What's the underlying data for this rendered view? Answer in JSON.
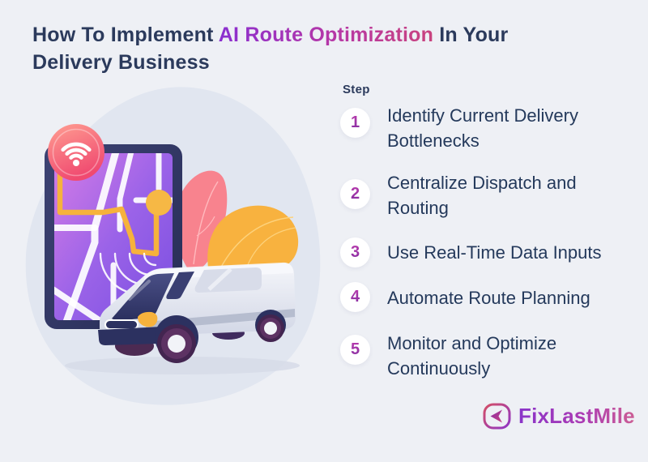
{
  "title": {
    "prefix": "How To Implement ",
    "highlight": "AI Route Optimization",
    "suffix": " In Your Delivery Business"
  },
  "steps": {
    "label": "Step",
    "items": [
      {
        "number": "1",
        "text": "Identify Current Delivery Bottlenecks"
      },
      {
        "number": "2",
        "text": "Centralize Dispatch and Routing"
      },
      {
        "number": "3",
        "text": "Use Real-Time Data Inputs"
      },
      {
        "number": "4",
        "text": "Automate Route Planning"
      },
      {
        "number": "5",
        "text": "Monitor and Optimize Continuously"
      }
    ]
  },
  "brand": {
    "name": "FixLastMile",
    "icon": "navigation-arrow-icon"
  },
  "illustration": {
    "icons": [
      "wifi-icon",
      "map-route",
      "location-node-icon",
      "delivery-van",
      "leaf-decorations"
    ]
  },
  "colors": {
    "background": "#eef0f5",
    "heading": "#2b3a5c",
    "highlight_gradient": [
      "#8a2fd0",
      "#c9437e"
    ],
    "step_number_gradient": [
      "#bb3bae",
      "#7f2da0"
    ],
    "brand_gradient": [
      "#8a35c9",
      "#cc5e94"
    ],
    "route_yellow": "#f6b23c",
    "wifi_badge_pink": "#f25170",
    "map_purple": "#9b63e8"
  }
}
